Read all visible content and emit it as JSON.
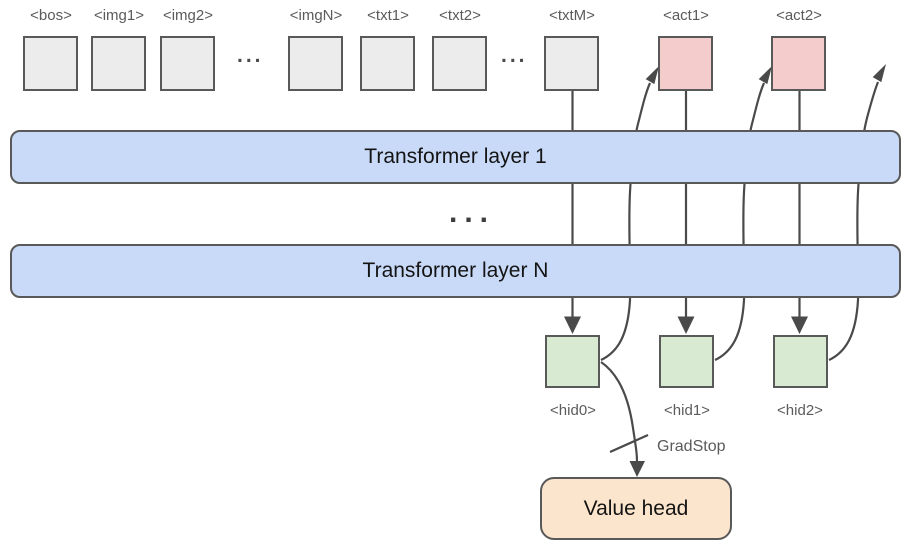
{
  "tokens": {
    "items": [
      {
        "label": "<bos>",
        "type": "context"
      },
      {
        "label": "<img1>",
        "type": "context"
      },
      {
        "label": "<img2>",
        "type": "context"
      },
      {
        "label": "<imgN>",
        "type": "context"
      },
      {
        "label": "<txt1>",
        "type": "context"
      },
      {
        "label": "<txt2>",
        "type": "context"
      },
      {
        "label": "<txtM>",
        "type": "context"
      },
      {
        "label": "<act1>",
        "type": "action"
      },
      {
        "label": "<act2>",
        "type": "action"
      }
    ],
    "ellipsis_img": "...",
    "ellipsis_txt": "..."
  },
  "layers": {
    "layer1_label": "Transformer layer 1",
    "layerN_label": "Transformer layer N",
    "between_ellipsis": "..."
  },
  "hidden": {
    "items": [
      {
        "label": "<hid0>"
      },
      {
        "label": "<hid1>"
      },
      {
        "label": "<hid2>"
      }
    ]
  },
  "value_head": {
    "label": "Value head"
  },
  "gradstop": {
    "label": "GradStop"
  },
  "connections": [
    {
      "from": "<txtM>",
      "to": "<hid0>",
      "type": "straight-through-layers"
    },
    {
      "from": "<act1>",
      "to": "<hid1>",
      "type": "straight-through-layers"
    },
    {
      "from": "<act2>",
      "to": "<hid2>",
      "type": "straight-through-layers"
    },
    {
      "from": "<hid0>",
      "to": "<act1>",
      "type": "feedback-curve"
    },
    {
      "from": "<hid1>",
      "to": "<act2>",
      "type": "feedback-curve"
    },
    {
      "from": "<hid2>",
      "to": "off-diagram-right",
      "type": "feedback-curve"
    },
    {
      "from": "<hid0>",
      "to": "Value head",
      "type": "curve",
      "annotation": "GradStop"
    }
  ],
  "colors": {
    "context_token_fill": "#ececec",
    "action_token_fill": "#f4cccc",
    "hidden_token_fill": "#d9ead3",
    "layer_fill": "#c9daf8",
    "value_head_fill": "#fce5cd",
    "box_border": "#595959",
    "wire": "#4a4a4a",
    "label_text": "#5b5b5b",
    "title_text": "#141414"
  }
}
